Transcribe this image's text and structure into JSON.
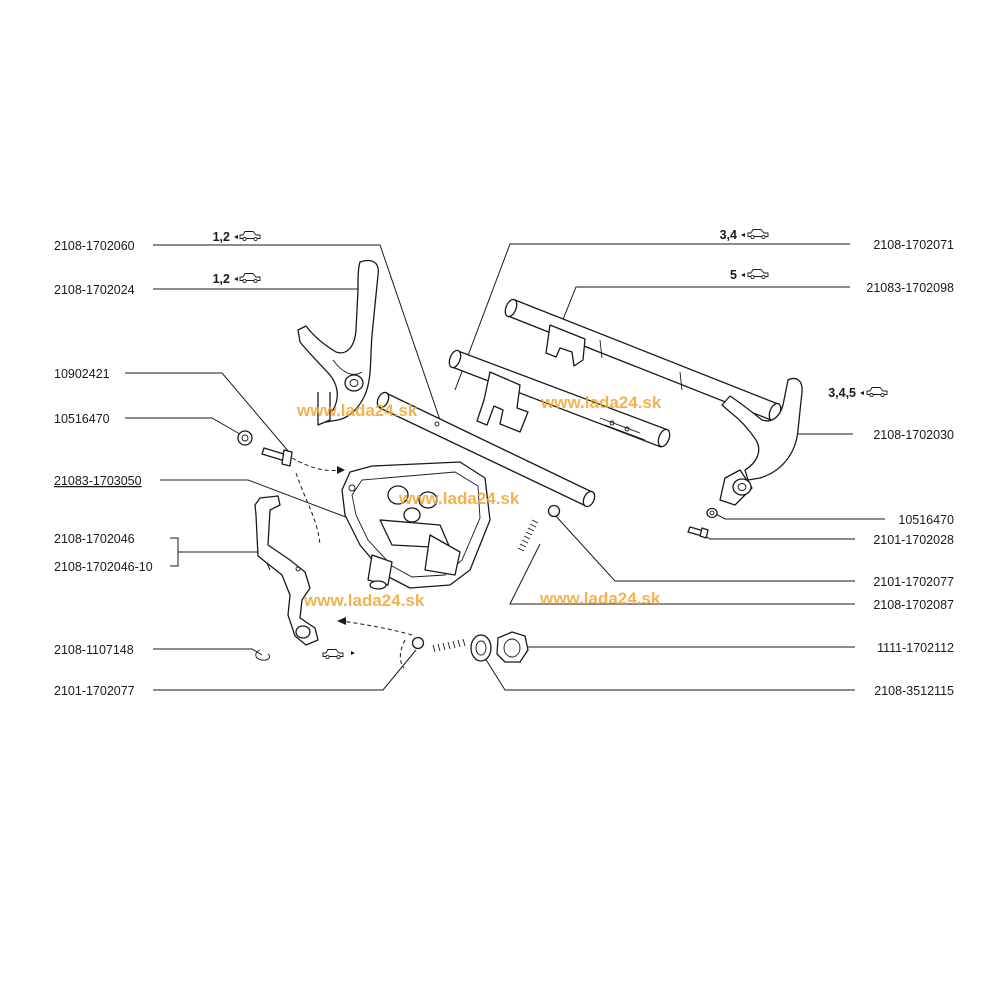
{
  "labels": {
    "l_2108_1702060": "2108-1702060",
    "l_2108_1702024": "2108-1702024",
    "l_10902421": "10902421",
    "l_10516470_left": "10516470",
    "l_21083_1703050": "21083-1703050",
    "l_2108_1702046": "2108-1702046",
    "l_2108_1702046_10": "2108-1702046-10",
    "l_2108_1107148": "2108-1107148",
    "l_2101_1702077_left": "2101-1702077",
    "l_2108_1702071": "2108-1702071",
    "l_21083_1702098": "21083-1702098",
    "l_2108_1702030": "2108-1702030",
    "l_10516470_right": "10516470",
    "l_2101_1702028": "2101-1702028",
    "l_2101_1702077_right": "2101-1702077",
    "l_2108_1702087": "2108-1702087",
    "l_1111_1702112": "1111-1702112",
    "l_2108_3512115": "2108-3512115"
  },
  "gears": {
    "g_shaft_12": "1,2",
    "g_fork_12": "1,2",
    "g_shaft_34": "3,4",
    "g_shaft_5": "5",
    "g_fork_345": "3,4,5"
  },
  "watermarks": {
    "w1": "www.lada24.sk",
    "w2": "www.lada24.sk",
    "w3": "www.lada24.sk",
    "w4": "www.lada24.sk",
    "w5": "www.lada24.sk"
  },
  "icons": {
    "vehicle": "car-icon"
  },
  "colors": {
    "watermark": "#f2a531",
    "line": "#1a1a1a"
  }
}
